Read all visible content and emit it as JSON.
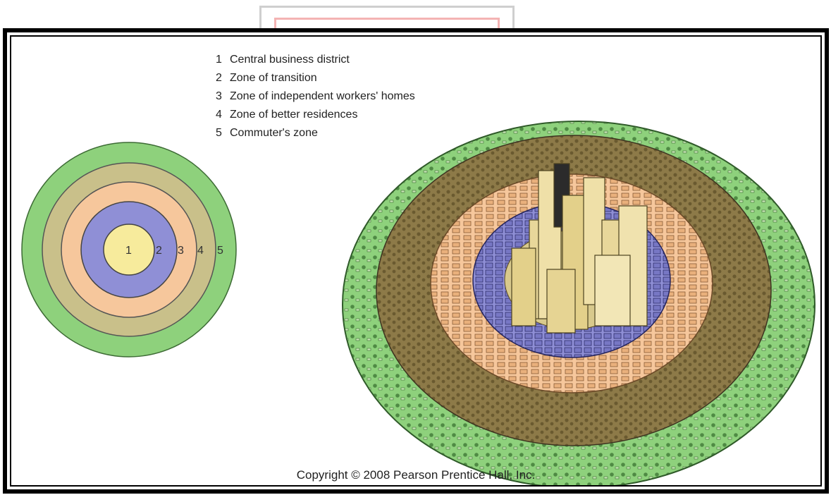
{
  "legend": [
    {
      "num": "1",
      "label": "Central business district"
    },
    {
      "num": "2",
      "label": "Zone of transition"
    },
    {
      "num": "3",
      "label": "Zone of independent workers' homes"
    },
    {
      "num": "4",
      "label": "Zone of better residences"
    },
    {
      "num": "5",
      "label": "Commuter's zone"
    }
  ],
  "ring_labels": [
    "1",
    "2",
    "3",
    "4",
    "5"
  ],
  "copyright": "Copyright © 2008 Pearson Prentice Hall, Inc.",
  "colors": {
    "zone1": "#f7eb9c",
    "zone2": "#8f8fd6",
    "zone3": "#f6c79c",
    "zone4": "#c9c08a",
    "zone5": "#8ed17c",
    "brown_ring": "#8d7a48",
    "buildings": "#e8d79a"
  }
}
